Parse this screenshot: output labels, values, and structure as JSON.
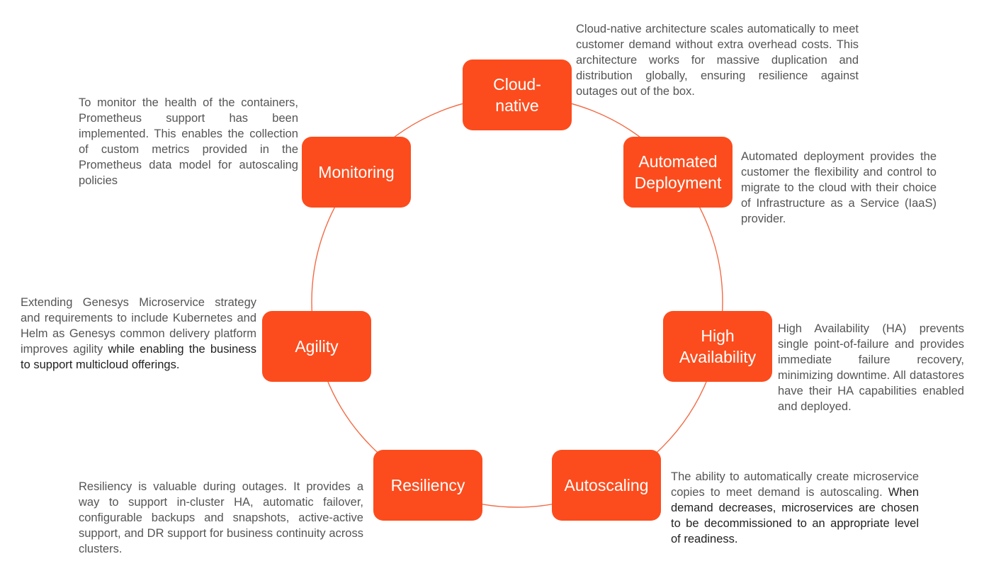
{
  "colors": {
    "node_fill": "#fc4c1d",
    "ring_stroke": "#f26a45",
    "node_text": "#ffffff",
    "body_text": "#555555"
  },
  "nodes": {
    "cloud_native": {
      "label_line1": "Cloud-",
      "label_line2": "native",
      "description": "Cloud-native architecture scales automatically to meet customer demand without extra overhead costs. This architecture works for massive duplication and distribution globally, ensuring resilience against outages out of the box."
    },
    "automated_deployment": {
      "label_line1": "Automated",
      "label_line2": "Deployment",
      "description": "Automated deployment provides the customer the flexibility and control to migrate to the cloud with their choice of Infrastructure as a Service (IaaS) provider."
    },
    "high_availability": {
      "label_line1": "High",
      "label_line2": "Availability",
      "description": "High Availability (HA) prevents single point-of-failure and provides immediate failure recovery, minimizing downtime. All datastores have their HA capabilities enabled and deployed."
    },
    "autoscaling": {
      "label": "Autoscaling",
      "description_part1": "The ability to automatically create microservice copies to meet demand is autoscaling. ",
      "description_part2": "When demand decreases, microservices are chosen to be decommissioned to an appropriate level of readiness."
    },
    "resiliency": {
      "label": "Resiliency",
      "description": "Resiliency is valuable during outages. It provides a way to support in-cluster HA, automatic failover, configurable backups and snapshots, active-active support, and DR support for business continuity across clusters."
    },
    "agility": {
      "label": "Agility",
      "description_part1": "Extending Genesys Microservice strategy and requirements to include Kubernetes and Helm as Genesys common delivery platform improves agility ",
      "description_part2": "while enabling the business to support multicloud offerings."
    },
    "monitoring": {
      "label": "Monitoring",
      "description": "To monitor the health of the containers, Prometheus support has been implemented. This enables the collection of custom metrics provided in the Prometheus data model for autoscaling policies"
    }
  }
}
